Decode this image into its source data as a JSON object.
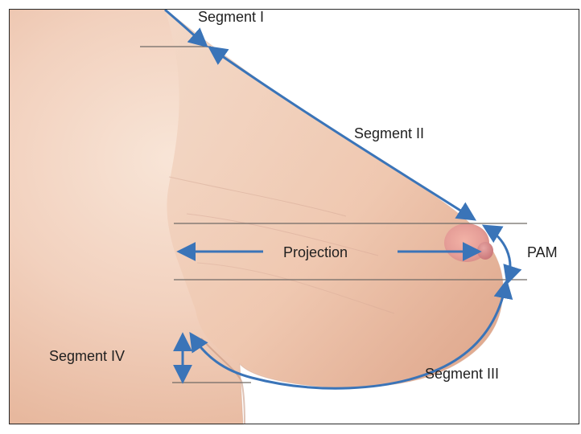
{
  "labels": {
    "segment_1": "Segment I",
    "segment_2": "Segment II",
    "segment_3": "Segment III",
    "segment_4": "Segment IV",
    "projection": "Projection",
    "pam": "PAM"
  },
  "colors": {
    "background": "#ffffff",
    "skin_light": "#f6dfcd",
    "skin_mid": "#efc5ab",
    "skin_shadow": "#e0a98e",
    "areola": "#e6a29a",
    "nipple": "#d88b8c",
    "line": "#6f6a66",
    "arrow": "#3a74b8",
    "border": "#2a2a2a"
  }
}
